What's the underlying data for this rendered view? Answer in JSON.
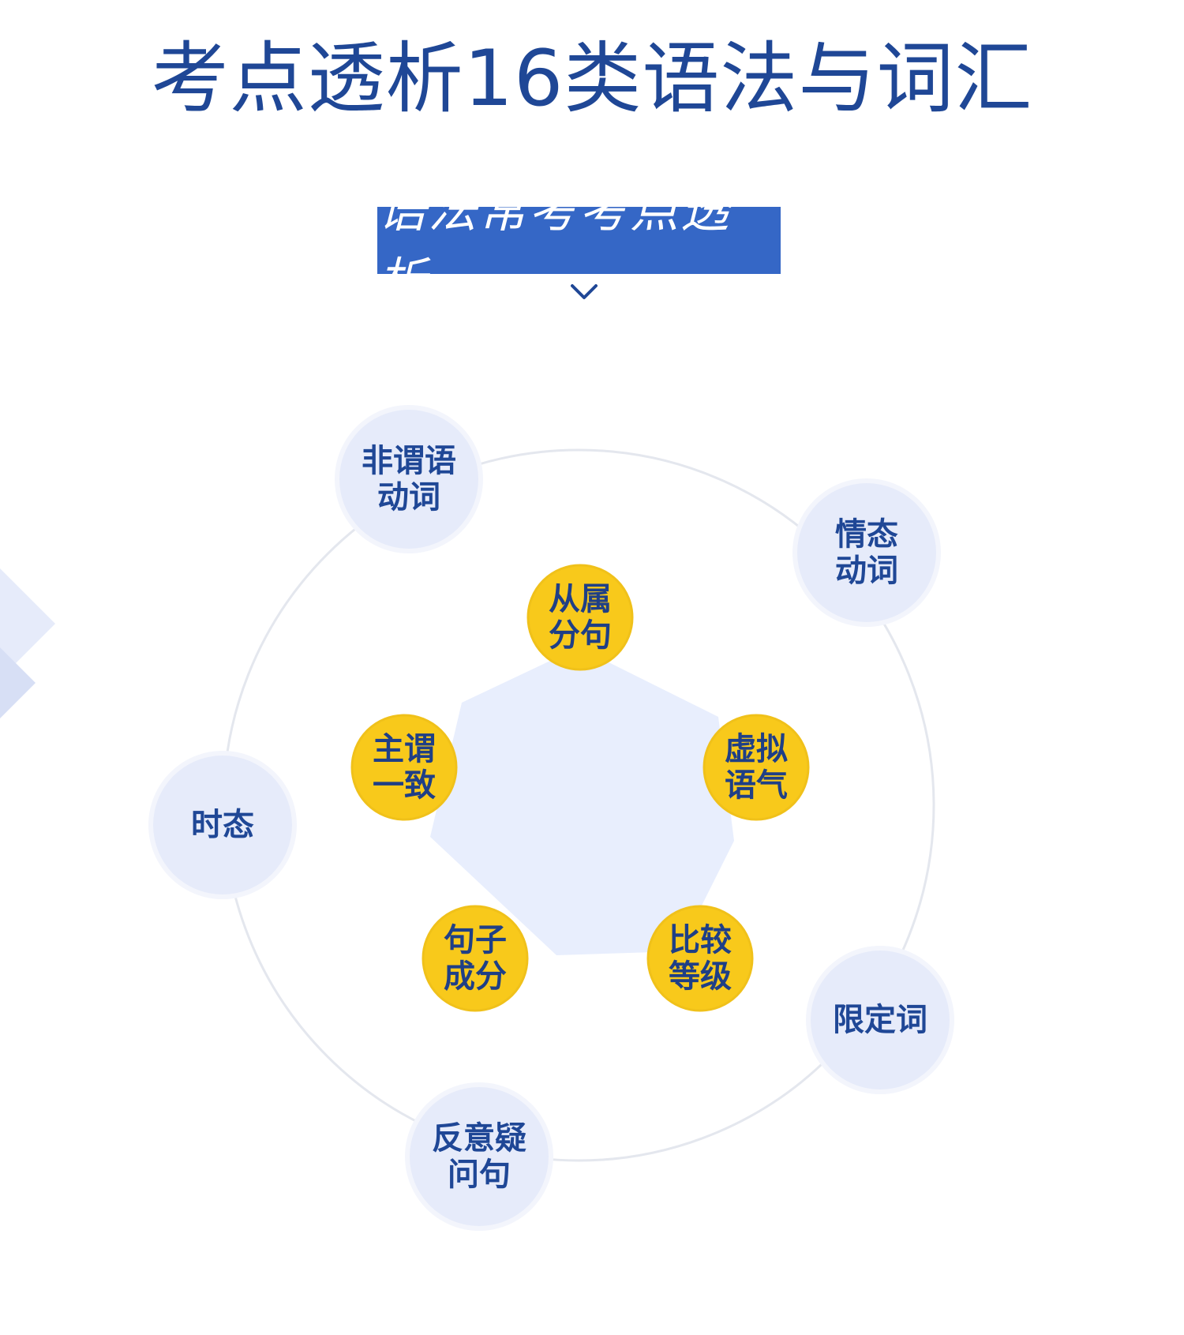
{
  "header": {
    "title": "考点透析16类语法与词汇",
    "section_tag": "语法常考考点透析"
  },
  "colors": {
    "title": "#1f4796",
    "tag_bg": "#3567c6",
    "outer_node": "#e6ebfa",
    "inner_node": "#f8c91b",
    "pentagon": "#e8eefd",
    "ring": "#e4e7ee"
  },
  "icons": {
    "chevron": "chevron-down-icon"
  },
  "diagram": {
    "outer_nodes": [
      {
        "id": "nonfinite",
        "label": "非谓语\n动词"
      },
      {
        "id": "modal",
        "label": "情态\n动词"
      },
      {
        "id": "tense",
        "label": "时态"
      },
      {
        "id": "determiner",
        "label": "限定词"
      },
      {
        "id": "tag-question",
        "label": "反意疑\n问句"
      }
    ],
    "inner_nodes": [
      {
        "id": "clause",
        "label": "从属\n分句"
      },
      {
        "id": "agreement",
        "label": "主谓\n一致"
      },
      {
        "id": "subjunctive",
        "label": "虚拟\n语气"
      },
      {
        "id": "components",
        "label": "句子\n成分"
      },
      {
        "id": "comparison",
        "label": "比较\n等级"
      }
    ]
  }
}
